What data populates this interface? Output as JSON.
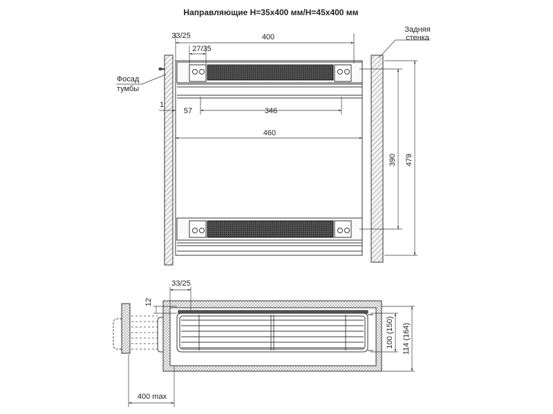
{
  "title": "Направляющие H=35x400 мм/H=45x400 мм",
  "labels": {
    "rear_wall_line1": "Задняя",
    "rear_wall_line2": "стенка",
    "facade_line1": "Фосад",
    "facade_line2": "тумбы"
  },
  "top_view_dimensions": {
    "d_33_25": "33/25",
    "d_400": "400",
    "d_27_35": "27/35",
    "d_1": "1",
    "d_57": "57",
    "d_346": "346",
    "d_460": "460",
    "d_390": "390",
    "d_479": "479"
  },
  "side_view_dimensions": {
    "d_33_25": "33/25",
    "d_12": "12",
    "d_100_150": "100 (150)",
    "d_114_164": "114 (164)",
    "d_400_max": "400 max"
  },
  "colors": {
    "line": "#333333",
    "hatch": "#777777",
    "wall_fill": "#f2f2f2"
  }
}
